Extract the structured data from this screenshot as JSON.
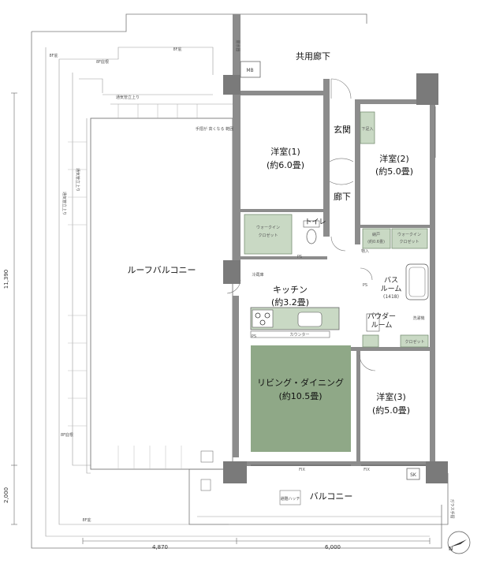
{
  "plan": {
    "rooms": {
      "common_corridor": "共用廊下",
      "entrance": "玄関",
      "hallway": "廊下",
      "western1_name": "洋室(1)",
      "western1_size": "(約6.0畳)",
      "western2_name": "洋室(2)",
      "western2_size": "(約5.0畳)",
      "western3_name": "洋室(3)",
      "western3_size": "(約5.0畳)",
      "toilet": "トイレ",
      "kitchen_name": "キッチン",
      "kitchen_size": "(約3.2畳)",
      "living_name": "リビング・ダイニング",
      "living_size": "(約10.5畳)",
      "bath_name": "バス",
      "bath_name2": "ルーム",
      "bath_size": "(1418)",
      "powder_name": "パウダー",
      "powder_name2": "ルーム",
      "roof_balcony": "ルーフバルコニー",
      "balcony": "バルコニー"
    },
    "labels": {
      "walkin1_a": "ウォークイン",
      "walkin1_b": "クロゼット",
      "walkin2_a": "ウォークイン",
      "walkin2_b": "クロゼット",
      "nando": "納戸",
      "nando_size": "(約0.6畳)",
      "shoes": "下足入",
      "mb": "MB",
      "ps1": "PS",
      "ps2": "PS",
      "ps3": "PS",
      "sk": "SK",
      "fix1": "FIX",
      "fix2": "FIX",
      "counter": "カウンター",
      "closet": "クロゼット",
      "fridge": "冷蔵庫",
      "washer": "洗濯機",
      "hole": "物入",
      "ceiling1": "8F庇",
      "ceiling2": "8F庇",
      "ceiling3": "8F庇",
      "soffit1": "8F庇根",
      "soffit2": "8F庇根",
      "railing1": "手摺が\n高くなる\n範囲",
      "vent1": "通気管立上り",
      "vent2": "通気管立上り",
      "vent3": "通気管立上り",
      "emergency": "避難ハッチ",
      "meter": "量水器",
      "pipe": "ガラス手摺"
    },
    "dimensions": {
      "vertical_total": "11,390",
      "vertical_balcony": "2,000",
      "horizontal_left": "4,870",
      "horizontal_right": "6,000"
    },
    "colors": {
      "green_floor": "#8fa887",
      "light_green": "#c9d9c4",
      "wall": "#8c8c8c",
      "column": "#7a7a7a"
    },
    "icons": {
      "north": "north-arrow-icon"
    }
  }
}
